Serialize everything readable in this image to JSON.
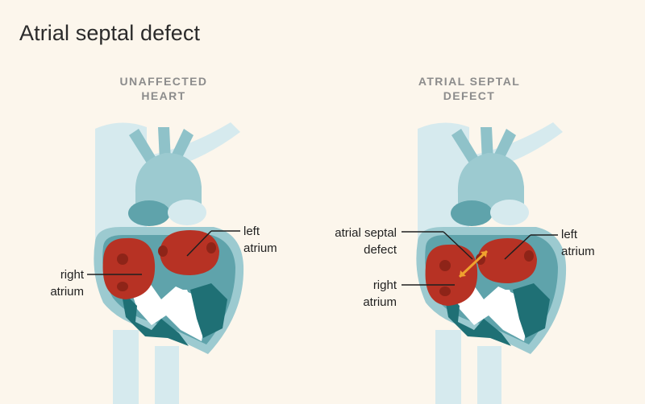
{
  "title": "Atrial septal defect",
  "panels": [
    {
      "heading_line1": "UNAFFECTED",
      "heading_line2": "HEART",
      "labels": {
        "left_atrium_line1": "left",
        "left_atrium_line2": "atrium",
        "right_atrium_line1": "right",
        "right_atrium_line2": "atrium"
      }
    },
    {
      "heading_line1": "ATRIAL SEPTAL",
      "heading_line2": "DEFECT",
      "labels": {
        "septal_defect_line1": "atrial septal",
        "septal_defect_line2": "defect",
        "left_atrium_line1": "left",
        "left_atrium_line2": "atrium",
        "right_atrium_line1": "right",
        "right_atrium_line2": "atrium"
      }
    }
  ],
  "colors": {
    "background": "#fcf6ec",
    "vessel_light": "#d6eaee",
    "vessel_mid": "#9ccad0",
    "heart_teal": "#5fa3ab",
    "heart_dark": "#1f7075",
    "atrium_red": "#b73224",
    "arrow_orange": "#f0a22e"
  }
}
